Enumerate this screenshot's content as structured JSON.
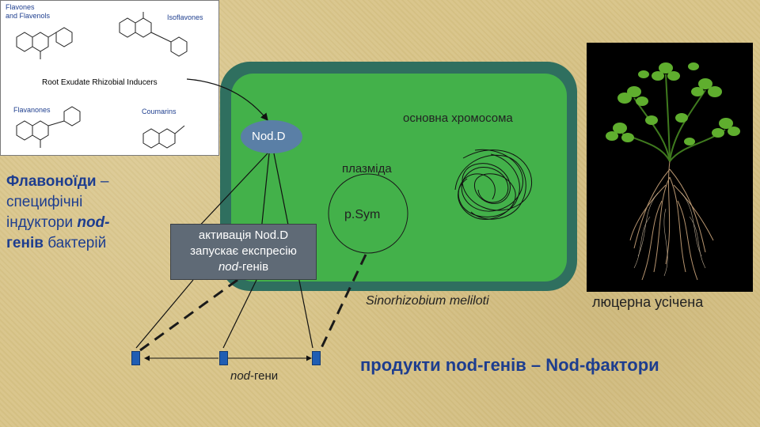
{
  "structures": {
    "flavones_label_1": "Flavones",
    "flavones_label_2": "and Flavenols",
    "isoflavones_label": "Isoflavones",
    "flavanones_label": "Flavanones",
    "coumarins_label": "Coumarins",
    "caption": "Root Exudate  Rhizobial  Inducers"
  },
  "flavonoids": {
    "line1_bold": "Флавоноїди",
    "line1_rest": " –",
    "line2": "специфічні",
    "line3_plain": "індуктори ",
    "line3_bold": "nod-",
    "line4_bold": "генів",
    "line4_rest": " бактерій"
  },
  "cell": {
    "nodd_label": "Nod.D",
    "chromosome_label": "основна хромосома",
    "plasmid_label": "плазміда",
    "psym_label": "p.Sym"
  },
  "activation": {
    "line1": "активація Nod.D",
    "line2": "запускає експресію",
    "line3_italic": "nod",
    "line3_rest": "-генів"
  },
  "genes": {
    "label_italic": "nod",
    "label_rest": "-гени"
  },
  "species_label": "Sinorhizobium meliloti",
  "plant_label": "люцерна усічена",
  "products_label": "продукти nod-генів – Nod-фактори",
  "colors": {
    "background": "#d8c488",
    "cell_border": "#2f6f5f",
    "cell_fill": "#43b14a",
    "oval": "#5a7fa6",
    "text_blue": "#1d3d8f",
    "gene_blue": "#1f5db3"
  }
}
